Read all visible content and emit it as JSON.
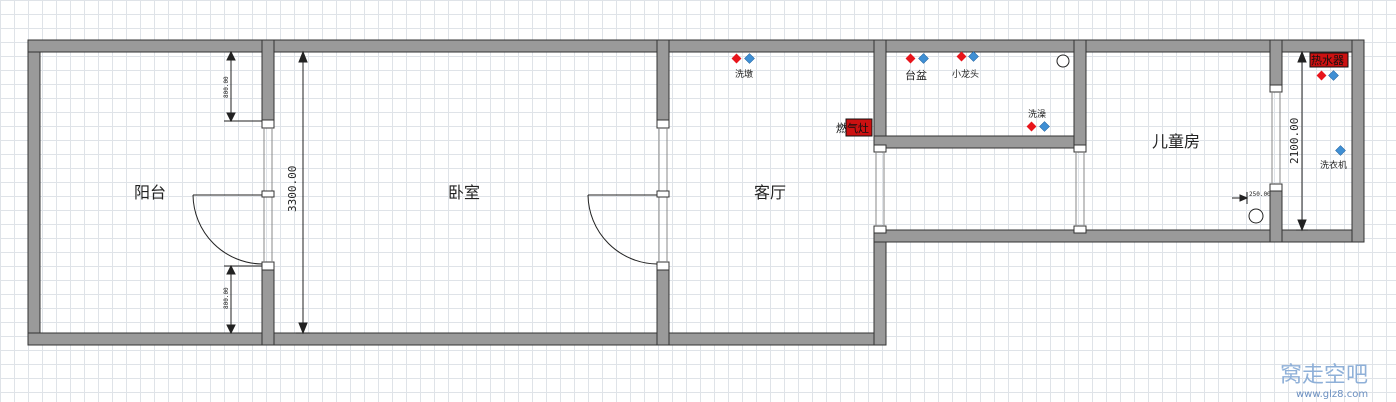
{
  "rooms": {
    "balcony": "阳台",
    "bedroom": "卧室",
    "living_room": "客厅",
    "kids_room": "儿童房"
  },
  "fixtures": {
    "wash_mop": "洗墩",
    "basin": "台盆",
    "small_faucet": "小龙头",
    "shower": "洗澡",
    "washing_machine": "洗衣机",
    "gas_heater": "燃气灶",
    "water_heater": "热水器"
  },
  "dimensions": {
    "total_height": "3300.00",
    "balcony_top_gap": "800.00",
    "balcony_bottom_gap": "800.00",
    "kids_height": "2100.00",
    "small_gap": "250.00"
  },
  "watermark": {
    "logo": "窝走空吧",
    "url": "www.glz8.com"
  },
  "colors": {
    "wall_fill": "#9a9a9a",
    "wall_stroke": "#333333",
    "hot_water": "#e8141b",
    "cold_water": "#3f8fd4",
    "heater_fill": "#cc1111"
  }
}
